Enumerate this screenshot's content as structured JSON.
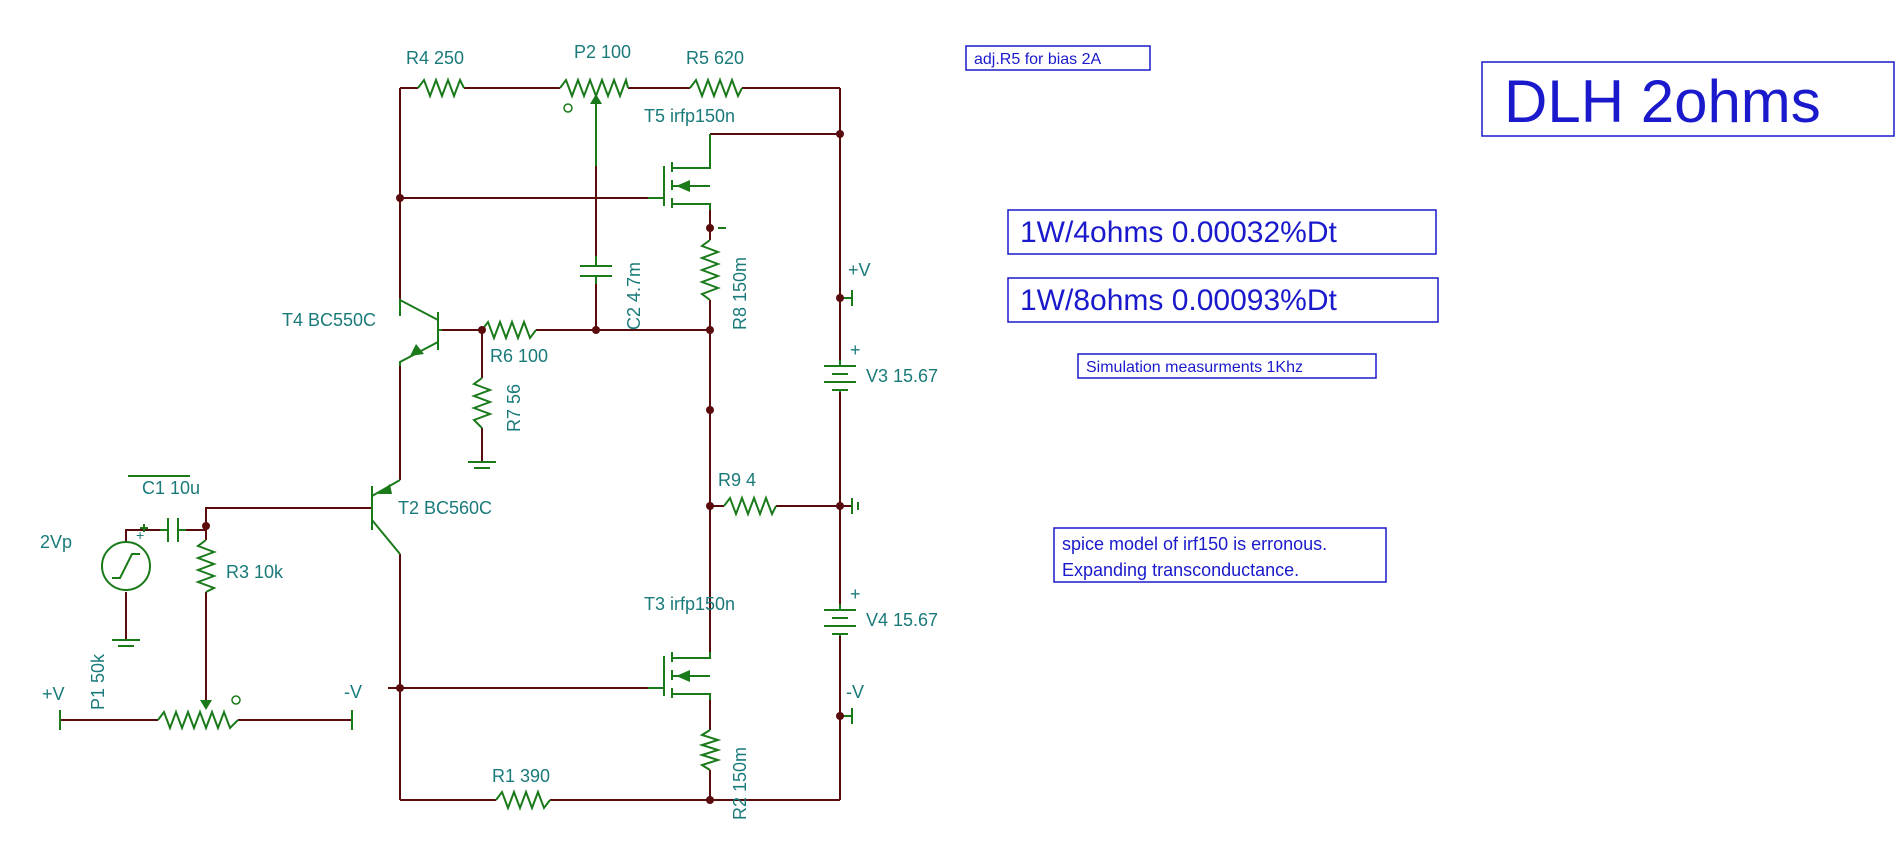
{
  "labels": {
    "r4": "R4 250",
    "p2": "P2 100",
    "r5": "R5 620",
    "t5": "T5 irfp150n",
    "c2": "C2 4.7m",
    "r8": "R8 150m",
    "plus_v_top": "+V",
    "v3": "V3 15.67",
    "t4": "T4 BC550C",
    "r6": "R6 100",
    "r7": "R7 56",
    "r9": "R9 4",
    "c1": "C1 10u",
    "source": "2Vp",
    "r3": "R3 10k",
    "t2": "T2 BC560C",
    "v4": "V4 15.67",
    "t3": "T3 irfp150n",
    "minus_v_mid": "-V",
    "minus_v_right": "-V",
    "plus_v_left": "+V",
    "p1": "P1 50k",
    "r1": "R1 390",
    "r2": "R2 150m",
    "v3_plus": "+",
    "v4_plus": "+",
    "c1_plus": "+"
  },
  "notes": {
    "bias": "adj.R5 for bias 2A",
    "title": "DLH  2ohms",
    "meas_4ohm": "1W/4ohms 0.00032%Dt",
    "meas_8ohm": "1W/8ohms 0.00093%Dt",
    "sim_note": "Simulation measurments 1Khz",
    "spice_line1": "spice model of irf150 is erronous.",
    "spice_line2": "Expanding transconductance."
  }
}
